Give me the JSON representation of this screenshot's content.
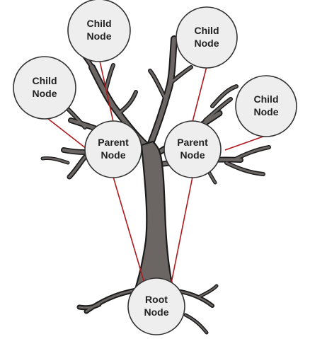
{
  "diagram": {
    "nodes": [
      {
        "id": "child-1",
        "label_line1": "Child",
        "label_line2": "Node",
        "role": "child"
      },
      {
        "id": "child-2",
        "label_line1": "Child",
        "label_line2": "Node",
        "role": "child"
      },
      {
        "id": "child-3",
        "label_line1": "Child",
        "label_line2": "Node",
        "role": "child"
      },
      {
        "id": "child-4",
        "label_line1": "Child",
        "label_line2": "Node",
        "role": "child"
      },
      {
        "id": "parent-left",
        "label_line1": "Parent",
        "label_line2": "Node",
        "role": "parent"
      },
      {
        "id": "parent-right",
        "label_line1": "Parent",
        "label_line2": "Node",
        "role": "parent"
      },
      {
        "id": "root",
        "label_line1": "Root",
        "label_line2": "Node",
        "role": "root"
      }
    ],
    "edges": [
      {
        "from": "root",
        "to": "parent-left"
      },
      {
        "from": "root",
        "to": "parent-right"
      },
      {
        "from": "parent-left",
        "to": "child-1"
      },
      {
        "from": "parent-left",
        "to": "child-2"
      },
      {
        "from": "parent-right",
        "to": "child-3"
      },
      {
        "from": "parent-right",
        "to": "child-4"
      }
    ],
    "colors": {
      "link": "#b0191e",
      "node_fill": "#eeeeee",
      "node_stroke": "#333333",
      "trunk_fill": "#6b6664",
      "outline": "#1b1b1b"
    }
  }
}
